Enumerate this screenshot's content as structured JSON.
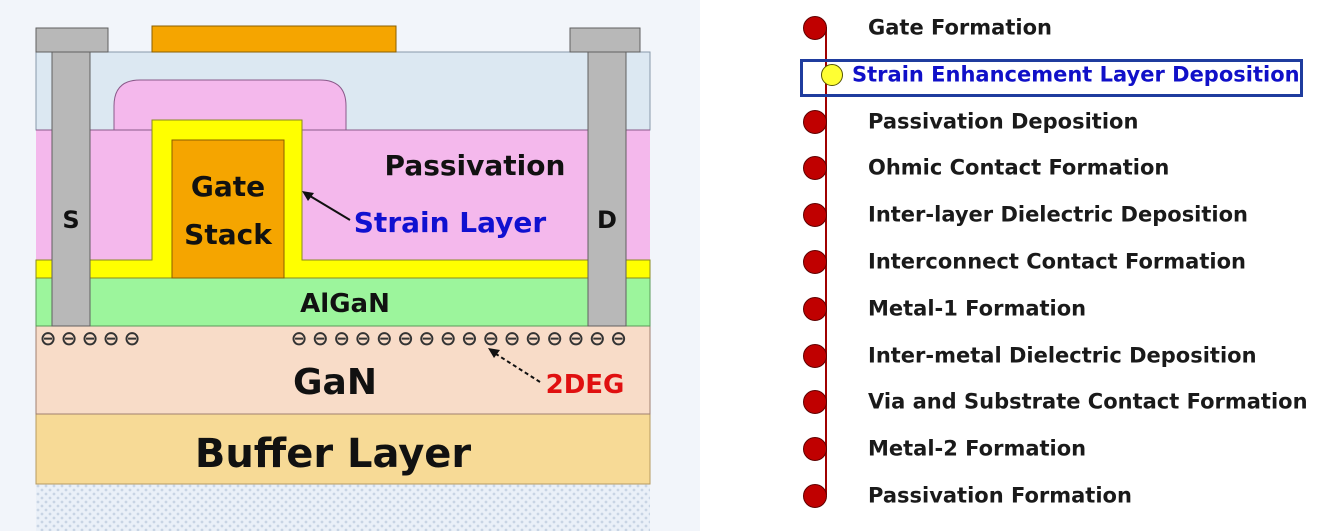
{
  "device": {
    "labels": {
      "source": "S",
      "drain": "D",
      "gate_line1": "Gate",
      "gate_line2": "Stack",
      "passivation": "Passivation",
      "strain_layer": "Strain Layer",
      "algan": "AlGaN",
      "gan": "GaN",
      "two_deg": "2DEG",
      "buffer": "Buffer Layer",
      "electron": "⊖"
    },
    "colors": {
      "top_dielectric": "#dce8f2",
      "passivation": "#f4b8ec",
      "strain_layer": "#ffff00",
      "gate_stack": "#f5a500",
      "algan": "#9cf59c",
      "gan": "#f8dcc8",
      "buffer": "#f7da96",
      "contact": "#b8b8b8",
      "strain_text": "#1010d0",
      "two_deg_text": "#e01010"
    }
  },
  "process_flow": {
    "highlighted_index": 1,
    "steps": [
      "Gate Formation",
      "Strain Enhancement Layer Deposition",
      "Passivation Deposition",
      "Ohmic Contact Formation",
      "Inter-layer Dielectric Deposition",
      "Interconnect Contact Formation",
      "Metal-1 Formation",
      "Inter-metal Dielectric Deposition",
      "Via and Substrate Contact Formation",
      "Metal-2 Formation",
      "Passivation Formation"
    ]
  }
}
